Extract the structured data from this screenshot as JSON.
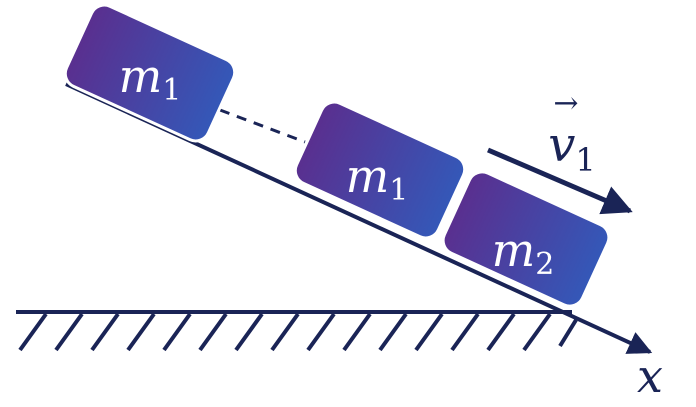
{
  "colors": {
    "line": "#1a2456",
    "block_start": "#5a2f8f",
    "block_end": "#3458b8",
    "block_border": "#ffffff",
    "label": "#ffffff"
  },
  "blocks": [
    {
      "symbol": "m",
      "subscript": "1"
    },
    {
      "symbol": "m",
      "subscript": "1"
    },
    {
      "symbol": "m",
      "subscript": "2"
    }
  ],
  "velocity": {
    "symbol": "v",
    "subscript": "1",
    "arrow": "→"
  },
  "axis": {
    "label": "x"
  }
}
